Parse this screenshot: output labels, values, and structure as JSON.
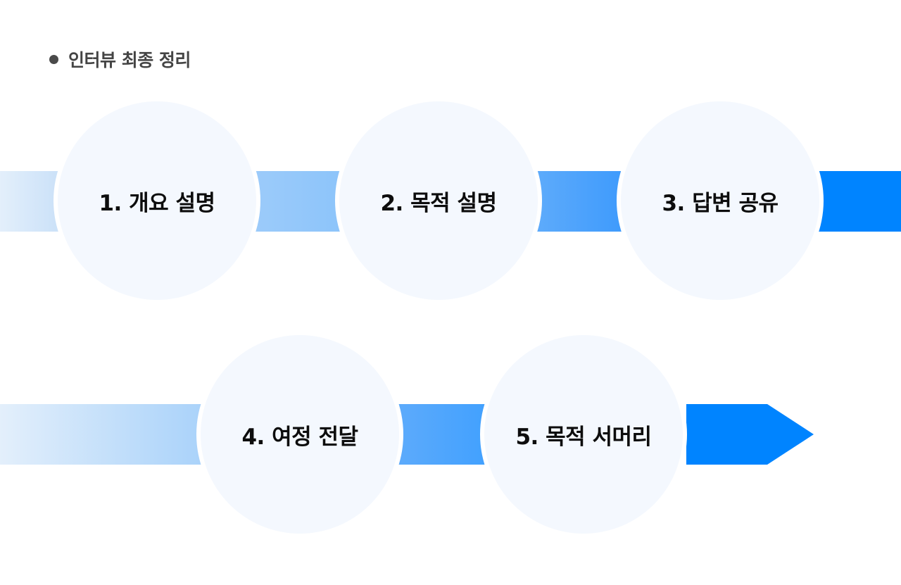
{
  "header": {
    "title": "인터뷰 최종 정리"
  },
  "steps": [
    {
      "label": "1. 개요 설명"
    },
    {
      "label": "2. 목적 설명"
    },
    {
      "label": "3. 답변 공유"
    },
    {
      "label": "4. 여정 전달"
    },
    {
      "label": "5. 목적 서머리"
    }
  ],
  "colors": {
    "circle_fill": "#f4f8fe",
    "flow_start": "#e3effb",
    "flow_mid": "#8cc4fa",
    "flow_end": "#0084ff",
    "bullet": "#4a4a4a"
  }
}
